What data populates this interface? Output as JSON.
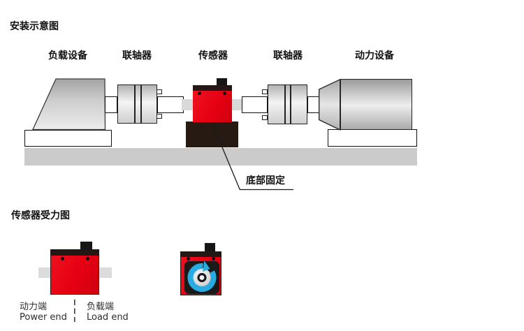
{
  "installation": {
    "title": "安装示意图",
    "load_device_label": "负载设备",
    "coupling_left_label": "联轴器",
    "sensor_label": "传感器",
    "coupling_right_label": "联轴器",
    "power_device_label": "动力设备",
    "callout_label": "底部固定"
  },
  "force_diagram": {
    "title": "传感器受力图",
    "power_end_cn": "动力端",
    "power_end_en": "Power end",
    "load_end_cn": "负载端",
    "load_end_en": "Load end"
  },
  "colors": {
    "sensor_red": "#e60012",
    "arrow_blue": "#29abe2",
    "fixture_black": "#231815",
    "ground_gray": "#cbcbcb"
  }
}
